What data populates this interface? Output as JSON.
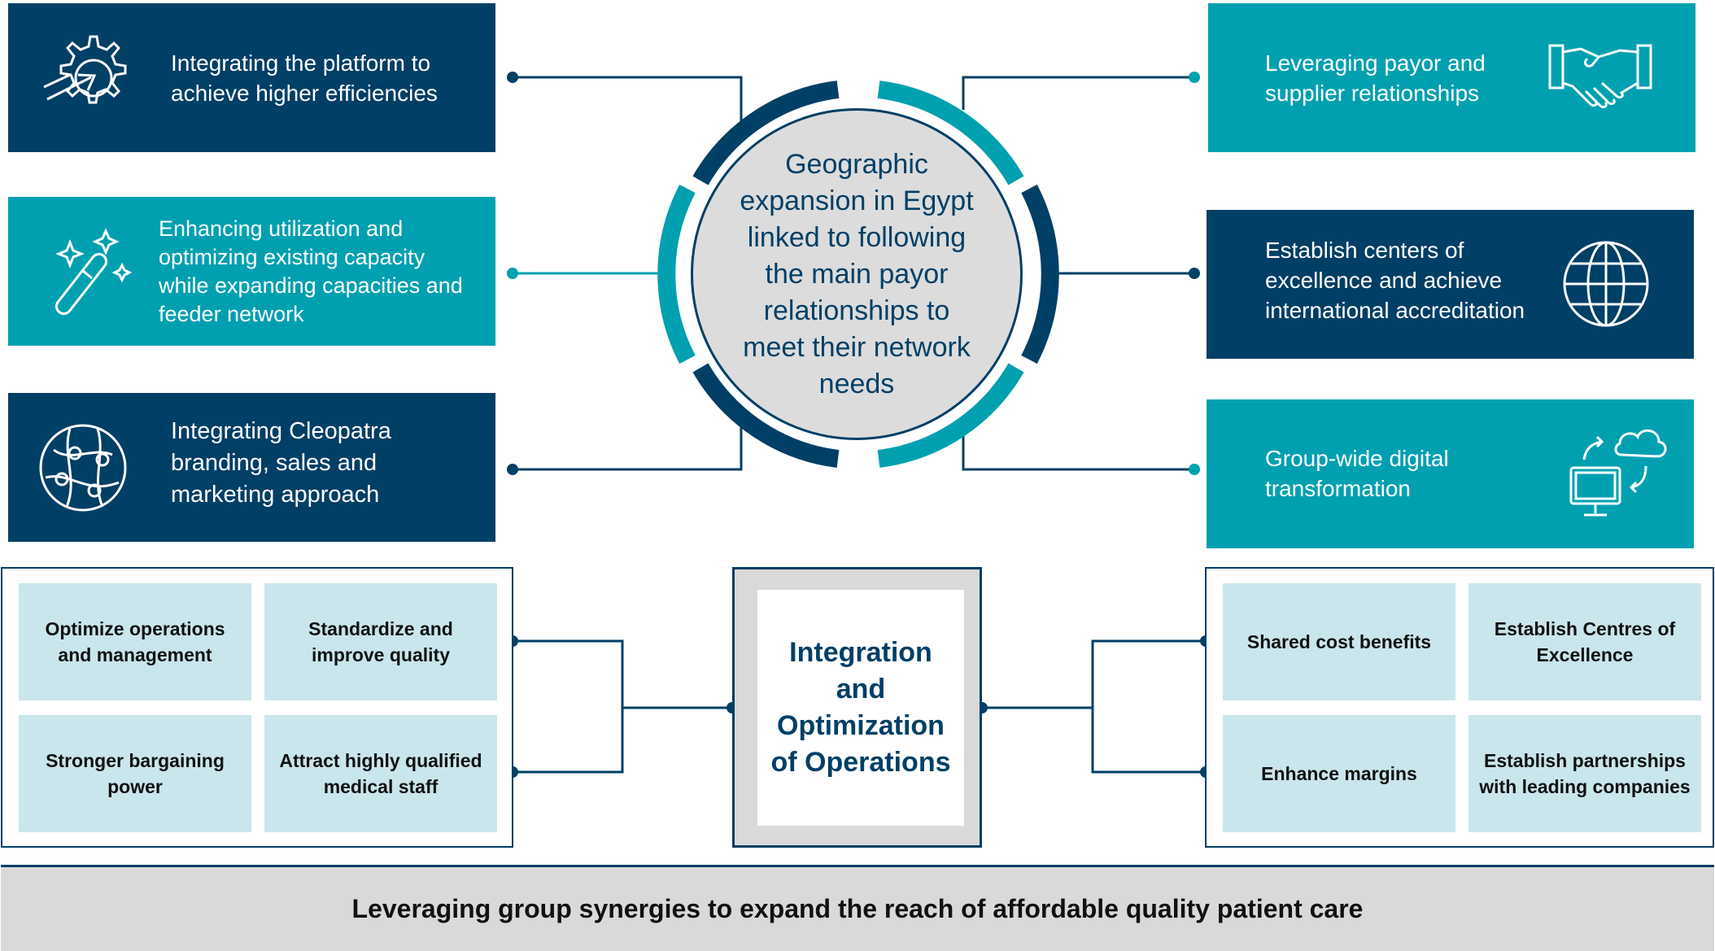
{
  "colors": {
    "dark": "#003f66",
    "teal": "#00a0b0",
    "light_cell": "#c9e6ec",
    "grey": "#d9d9d9"
  },
  "left_tiles": [
    {
      "text": "Integrating the platform to achieve higher efficiencies",
      "icon": "gear-arrow-icon",
      "style": "dark"
    },
    {
      "text": "Enhancing utilization and optimizing existing capacity while expanding capacities and feeder network",
      "icon": "magic-wand-icon",
      "style": "teal"
    },
    {
      "text": "Integrating Cleopatra branding, sales and marketing approach",
      "icon": "network-globe-icon",
      "style": "dark"
    }
  ],
  "right_tiles": [
    {
      "text": "Leveraging payor and supplier relationships",
      "icon": "handshake-icon",
      "style": "teal"
    },
    {
      "text": "Establish centers of excellence and achieve international accreditation",
      "icon": "globe-icon",
      "style": "dark"
    },
    {
      "text": "Group-wide digital transformation",
      "icon": "cloud-computer-icon",
      "style": "teal"
    }
  ],
  "center": {
    "text": "Geographic expansion in Egypt linked to following the main payor relationships to meet their network needs"
  },
  "left_panel": [
    "Optimize operations and management",
    "Standardize and improve quality",
    "Stronger bargaining power",
    "Attract highly qualified medical staff"
  ],
  "hub": {
    "text": "Integration and Optimization of Operations"
  },
  "right_panel": [
    "Shared cost benefits",
    "Establish Centres of Excellence",
    "Enhance margins",
    "Establish partnerships with leading companies"
  ],
  "banner": {
    "text": "Leveraging group synergies to expand the reach of affordable quality patient care"
  }
}
